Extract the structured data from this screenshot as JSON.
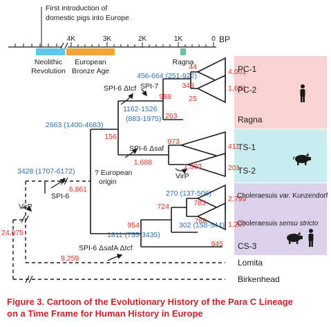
{
  "timeline": {
    "annotation_lines": [
      "First introduction of",
      "domestic pigs into Europe"
    ],
    "ticks": [
      "4K",
      "3K",
      "2K",
      "1K",
      "0"
    ],
    "unit": "BP",
    "periods": [
      {
        "lines": [
          "Neolithic",
          "Revolution"
        ],
        "color": "#5bc8ec"
      },
      {
        "lines": [
          "European",
          "Bronze Age"
        ],
        "color": "#f5a43a"
      },
      {
        "lines": [
          "Ragna"
        ],
        "color": "#6cc499"
      }
    ]
  },
  "panels": [
    {
      "labels": [
        "PC-1",
        "PC-2",
        "Ragna"
      ],
      "color": "#f8d3d1"
    },
    {
      "labels": [
        "TS-1",
        "TS-2"
      ],
      "color": "#c9ecee"
    },
    {
      "labels_rich": [
        {
          "parts": [
            "Choleraesuis ",
            "var.",
            " Kunzendorf"
          ],
          "italic": [
            false,
            true,
            false
          ]
        },
        {
          "parts": [
            "Choleraesuis ",
            "sensu stricto"
          ],
          "italic": [
            false,
            true
          ]
        },
        {
          "parts": [
            "CS-3"
          ],
          "italic": [
            false
          ]
        }
      ],
      "color": "#dcd1ea"
    }
  ],
  "outgroups": [
    "Lomita",
    "Birkenhead"
  ],
  "red_numbers": [
    "44",
    "4,001",
    "343",
    "1,651",
    "25",
    "988",
    "263",
    "156",
    "973",
    "411",
    "1,688",
    "1,303",
    "201",
    "6,861",
    "24,075",
    "783",
    "2,799",
    "724",
    "788",
    "1,207",
    "954",
    "945",
    "9,259"
  ],
  "blue_dates": [
    "456-664 (251-922)",
    "1162-1526",
    "(883-1975)",
    "2663 (1400-4683)",
    "3428 (1707-6172)",
    "270 (137-506)",
    "302 (158-544)",
    "1811 (755-3435)"
  ],
  "events": [
    "SPI-6 Δtcf",
    "SPI-7",
    "SPI-6 Δsaf",
    "VirP",
    "SPI-6",
    "VirP",
    "SPI-6 ΔsafA Δtcf"
  ],
  "origin_lines": [
    "? European",
    "origin"
  ],
  "hosts": {
    "pc2": "human-icon",
    "ts": "pig-icon",
    "cs3": [
      "pig-icon",
      "human-icon"
    ]
  },
  "caption": {
    "line1": "Figure 3.  Cartoon of the Evolutionary History of the Para C Lineage",
    "line2": "on a Time Frame for Human History in Europe",
    "color": "#c8202a"
  }
}
